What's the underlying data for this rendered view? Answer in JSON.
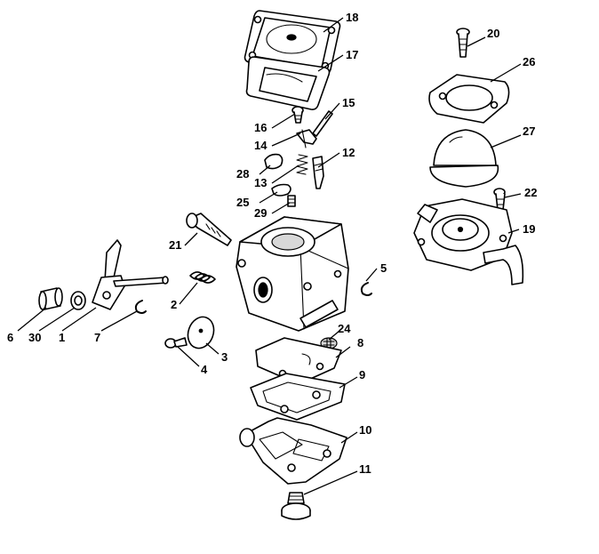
{
  "callouts": {
    "n1": "1",
    "n2": "2",
    "n3": "3",
    "n4": "4",
    "n5": "5",
    "n6": "6",
    "n7": "7",
    "n8": "8",
    "n9": "9",
    "n10": "10",
    "n11": "11",
    "n12": "12",
    "n13": "13",
    "n14": "14",
    "n15": "15",
    "n16": "16",
    "n17": "17",
    "n18": "18",
    "n19": "19",
    "n20": "20",
    "n21": "21",
    "n22": "22",
    "n24": "24",
    "n25": "25",
    "n26": "26",
    "n27": "27",
    "n28": "28",
    "n29": "29",
    "n30": "30"
  }
}
